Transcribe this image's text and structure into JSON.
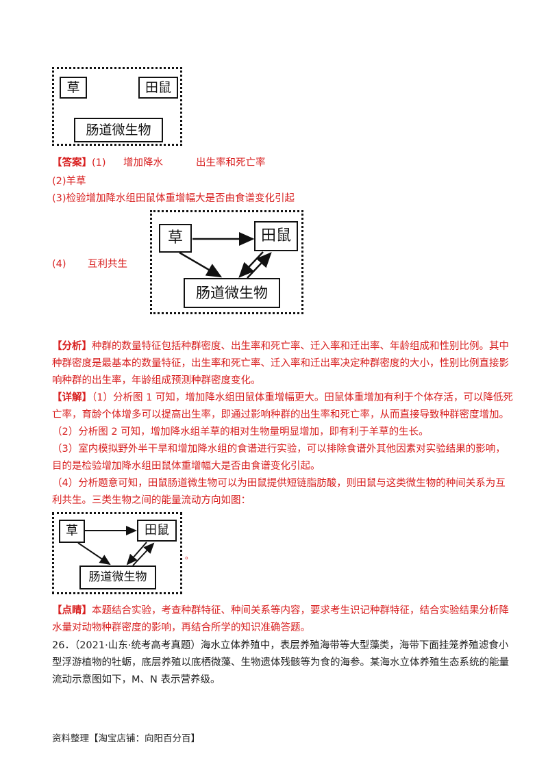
{
  "diagram1": {
    "grass": "草",
    "vole": "田鼠",
    "microbes": "肠道微生物"
  },
  "answer": {
    "label": "【答案】",
    "q1_num": "(1)",
    "q1_a": "增加降水",
    "q1_b": "出生率和死亡率",
    "q2": "(2)羊草",
    "q3": "(3)检验增加降水组田鼠体重增幅大是否由食谱变化引起",
    "q4_num": "(4)",
    "q4_text": "互利共生"
  },
  "diagram2": {
    "grass": "草",
    "vole": "田鼠",
    "microbes": "肠道微生物"
  },
  "analysis": {
    "label": "【分析】",
    "line1": "种群的数量特征包括种群密度、出生率和死亡率、迁入率和迁出率、年龄组成和性别比例。其中",
    "line2": "种群密度是最基本的数量特征，出生率和死亡率、迁入率和迁出率决定种群密度的大小，性别比例直接影",
    "line3": "响种群的出生率，年龄组成预测种群密度变化。"
  },
  "detail": {
    "label": "【详解】",
    "p1_line1": "（1）分析图 1 可知，增加降水组田鼠体重增幅更大。田鼠体重增加有利于个体存活，可以降低死",
    "p1_line2": "亡率，育龄个体增多可以提高出生率，即通过影响种群的出生率和死亡率，从而直接导致种群密度增加。",
    "p2": "（2）分析图 2 可知，增加降水组羊草的相对生物量明显增加，即有利于羊草的生长。",
    "p3_line1": "（3）室内模拟野外半干旱和增加降水组的食谱进行实验，可以排除食谱外其他因素对实验结果的影响，",
    "p3_line2": "目的是检验增加降水组田鼠体重增幅大是否由食谱变化引起。",
    "p4_line1": "（4）分析题意可知，田鼠肠道微生物可以为田鼠提供短链脂肪酸，则田鼠与这类微生物的种间关系为互",
    "p4_line2": "利共生。三类生物之间的能量流动方向如图："
  },
  "diagram3": {
    "grass": "草",
    "vole": "田鼠",
    "microbes": "肠道微生物",
    "period": "。"
  },
  "comment": {
    "label": "【点睛】",
    "line1": "本题结合实验，考查种群特征、种间关系等内容，要求考生识记种群特征，结合实验结果分析降",
    "line2": "水量对动物种群密度的影响，再结合所学的知识准确答题。"
  },
  "q26": {
    "line1": "26．（2021·山东·统考高考真题）海水立体养殖中，表层养殖海带等大型藻类，海带下面挂笼养殖滤食小",
    "line2": "型浮游植物的牡蛎，底层养殖以底栖微藻、生物遗体残骸等为食的海参。某海水立体养殖生态系统的能量",
    "line3": "流动示意图如下，M、N 表示营养级。"
  },
  "footer": "资料整理【淘宝店铺：向阳百分百】"
}
